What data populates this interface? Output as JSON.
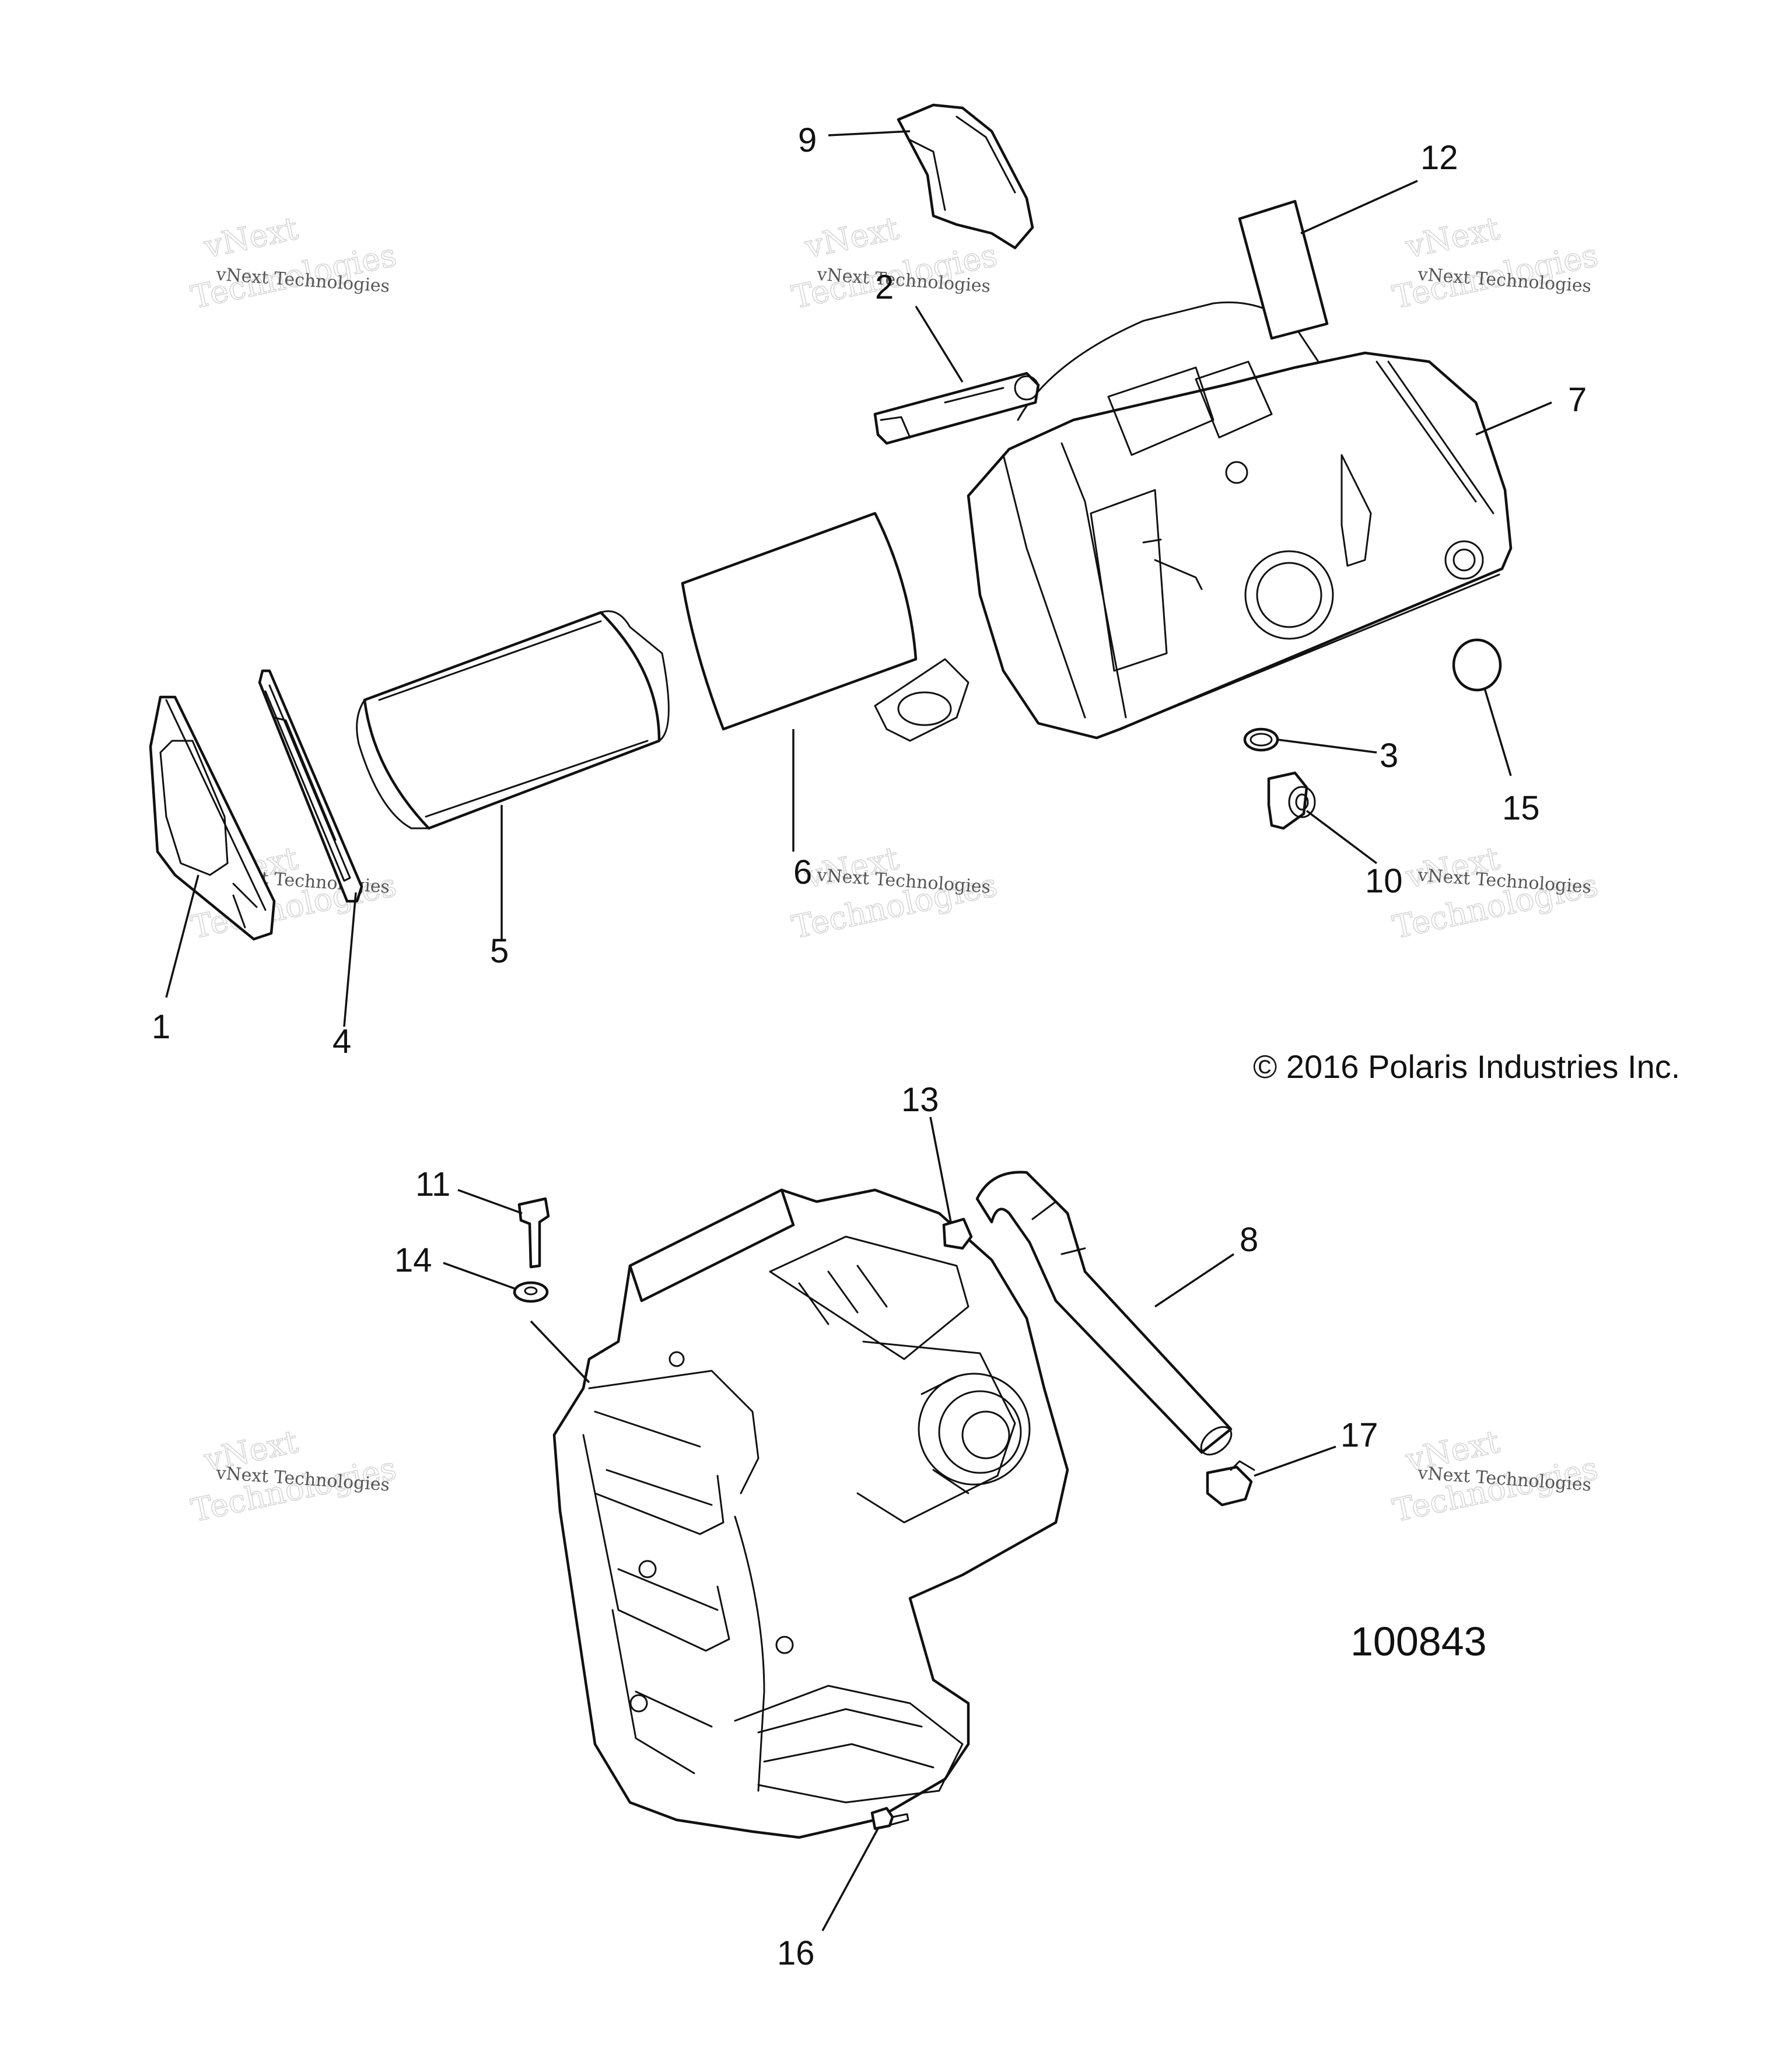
{
  "diagram": {
    "callouts": [
      "1",
      "2",
      "3",
      "4",
      "5",
      "6",
      "7",
      "8",
      "9",
      "10",
      "11",
      "12",
      "13",
      "14",
      "15",
      "16",
      "17"
    ],
    "copyright": "© 2016 Polaris Industries Inc.",
    "document_number": "100843",
    "watermark": {
      "line1": "vNext Technologies",
      "line2": "vNext",
      "line3": "Technologies"
    }
  }
}
